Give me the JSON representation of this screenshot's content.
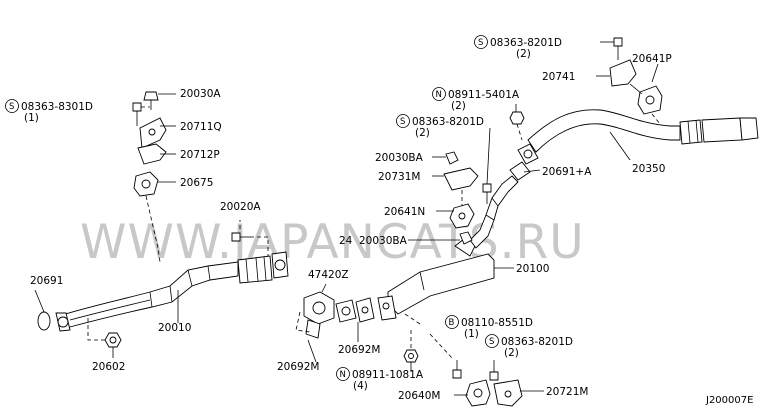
{
  "watermark": "WWW.JAPANCATS.RU",
  "diagram_code": "J200007E",
  "callouts": {
    "s08363_8301d": "08363-8301D",
    "s08363_8301d_qty": "(1)",
    "p20030a": "20030A",
    "p20711q": "20711Q",
    "p20712p": "20712P",
    "p20675": "20675",
    "p20020a": "20020A",
    "p20691": "20691",
    "p20010": "20010",
    "p20602": "20602",
    "p47420z": "47420Z",
    "p20692m_a": "20692M",
    "p20692m_b": "20692M",
    "n08911_1081a": "08911-1081A",
    "n08911_1081a_qty": "(4)",
    "p20640m": "20640M",
    "b08110_8551d": "08110-8551D",
    "b08110_8551d_qty": "(1)",
    "s08363_8201d_c": "08363-8201D",
    "s08363_8201d_c_qty": "(2)",
    "p20721m": "20721M",
    "p20100": "20100",
    "p20030ba_a": "20030BA",
    "p20030ba_b": "20030BA",
    "p20731m": "20731M",
    "p20641n": "20641N",
    "p20691a": "20691+A",
    "p20350": "20350",
    "s08363_8201d_b": "08363-8201D",
    "s08363_8201d_b_qty": "(2)",
    "n08911_5401a": "08911-5401A",
    "n08911_5401a_qty": "(2)",
    "p20741": "20741",
    "p20641p": "20641P",
    "s08363_8201d_a": "08363-8201D",
    "s08363_8201d_a_qty": "(2)",
    "p24030a": "24"
  },
  "symbols": {
    "s": "S",
    "n": "N",
    "b": "B"
  }
}
